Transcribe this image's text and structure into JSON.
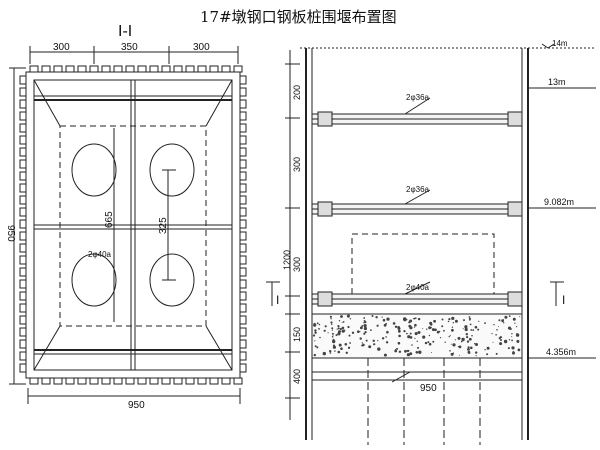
{
  "title": "17#墩钢口钢板桩围堰布置图",
  "plan": {
    "section_label": "I-I",
    "top_dims": [
      "300",
      "350",
      "300"
    ],
    "left_dim": "950",
    "bottom_dim": "950",
    "inner_dims": [
      "665",
      "325"
    ],
    "brace_label": "2φ40a"
  },
  "elevation": {
    "top_level": "14m",
    "left_dims": [
      "200",
      "300",
      "1200",
      "300",
      "150",
      "400"
    ],
    "brace_labels": [
      "2φ36a",
      "2φ36a",
      "2φ40a"
    ],
    "levels": [
      "13m",
      "9.082m",
      "4.356m"
    ],
    "level_notes": [
      "",
      "",
      ""
    ],
    "section_marks": [
      "I",
      "I"
    ],
    "bottom_dim": "950",
    "note": ""
  }
}
